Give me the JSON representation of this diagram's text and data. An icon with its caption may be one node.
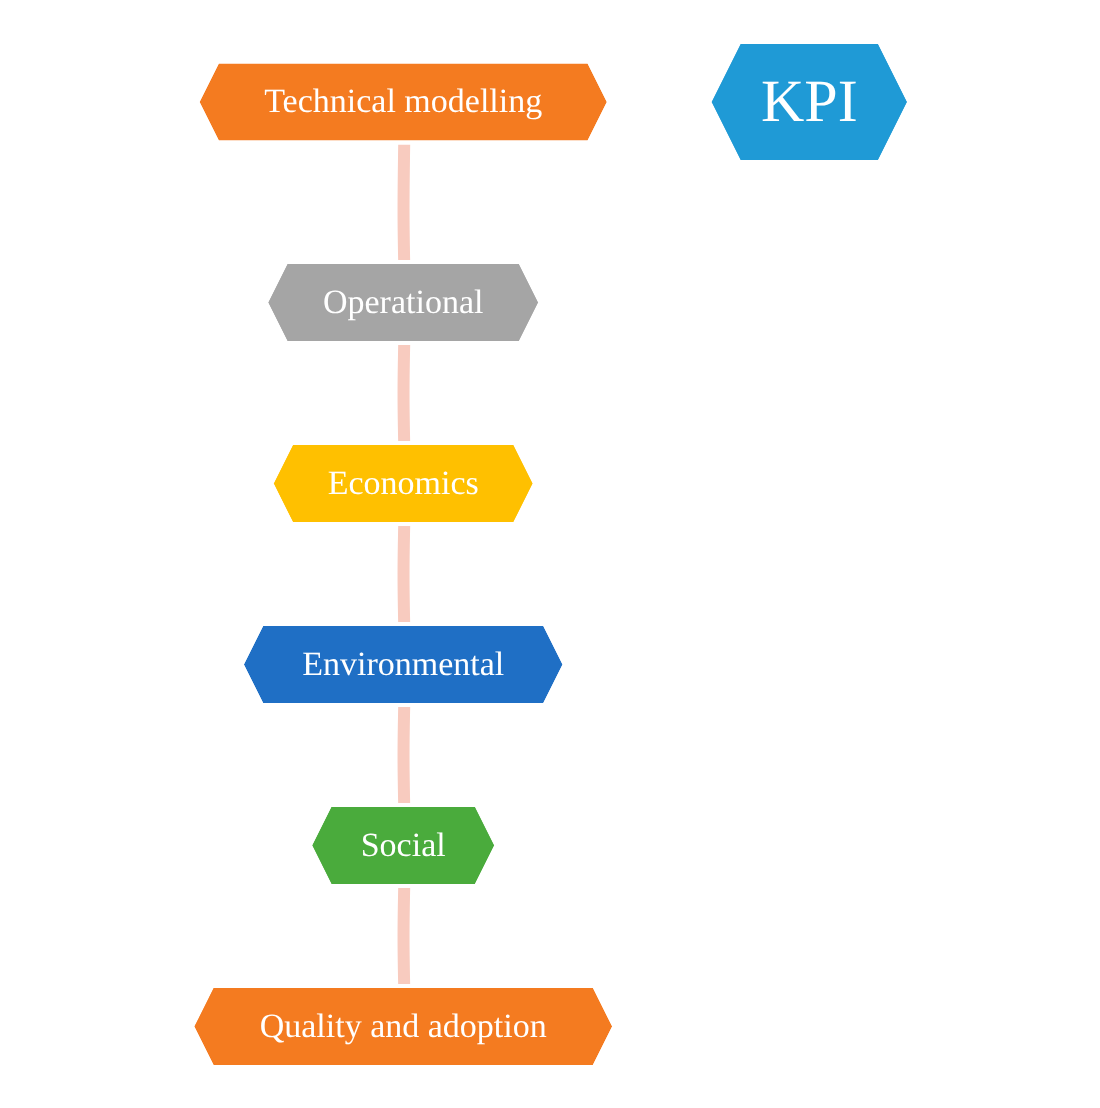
{
  "diagram": {
    "nodes": [
      {
        "text": [
          "Technical modelling"
        ]
      },
      {
        "text": [
          "Quality and adoption"
        ]
      },
      {
        "text": [
          "Operational"
        ]
      },
      {
        "text": [
          "KPI"
        ]
      },
      {
        "text": [
          "Social"
        ]
      },
      {
        "text": [
          "Economics"
        ]
      },
      {
        "text": [
          "Environmental"
        ]
      }
    ],
    "edges": [
      {
        "from": 0,
        "to": 2,
        "arrow": "none",
        "color": "#f8cbbf"
      },
      {
        "from": 2,
        "to": 5,
        "arrow": "none",
        "color": "#f8cbbf"
      },
      {
        "from": 5,
        "to": 6,
        "arrow": "none",
        "color": "#f8cbbf"
      },
      {
        "from": 6,
        "to": 4,
        "arrow": "none",
        "color": "#f8cbbf"
      },
      {
        "from": 4,
        "to": 1,
        "arrow": "none",
        "color": "#f8cbbf"
      }
    ]
  }
}
